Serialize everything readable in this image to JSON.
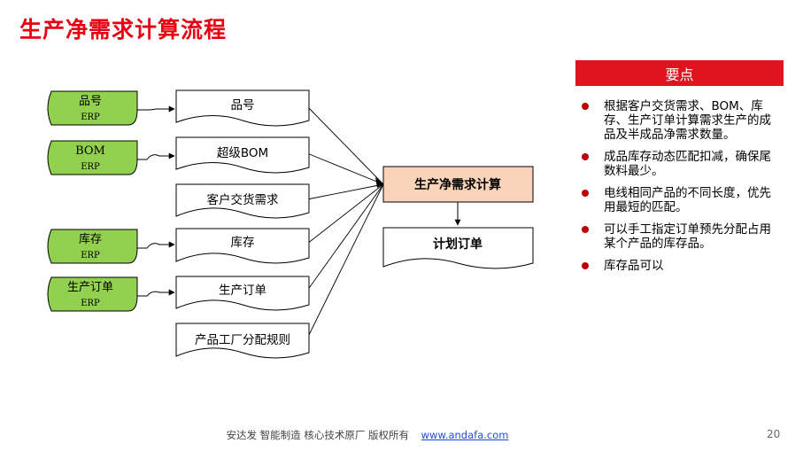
{
  "title": "生产净需求计算流程",
  "sources": [
    {
      "label": "品号",
      "sub": "ERP"
    },
    {
      "label": "BOM",
      "sub": "ERP"
    },
    {
      "label": "库存",
      "sub": "ERP"
    },
    {
      "label": "生产订单",
      "sub": "ERP"
    }
  ],
  "inputs": [
    "品号",
    "超级BOM",
    "客户交货需求",
    "库存",
    "生产订单",
    "产品工厂分配规则"
  ],
  "process": "生产净需求计算",
  "output": "计划订单",
  "key_points": {
    "header": "要点",
    "items": [
      "根据客户交货需求、BOM、库存、生产订单计算需求生产的成品及半成品净需求数量。",
      "成品库存动态匹配扣减，确保尾数料最少。",
      "电线相同产品的不同长度，优先用最短的匹配。",
      "可以手工指定订单预先分配占用某个产品的库存品。",
      "库存品可以"
    ]
  },
  "footer": {
    "text": "安达发   智能制造 核心技术原厂    版权所有",
    "link": "www.andafa.com"
  },
  "page_number": "20",
  "colors": {
    "accent": "#e60012",
    "source_fill": "#92d050",
    "process_fill": "#fad4b8"
  }
}
